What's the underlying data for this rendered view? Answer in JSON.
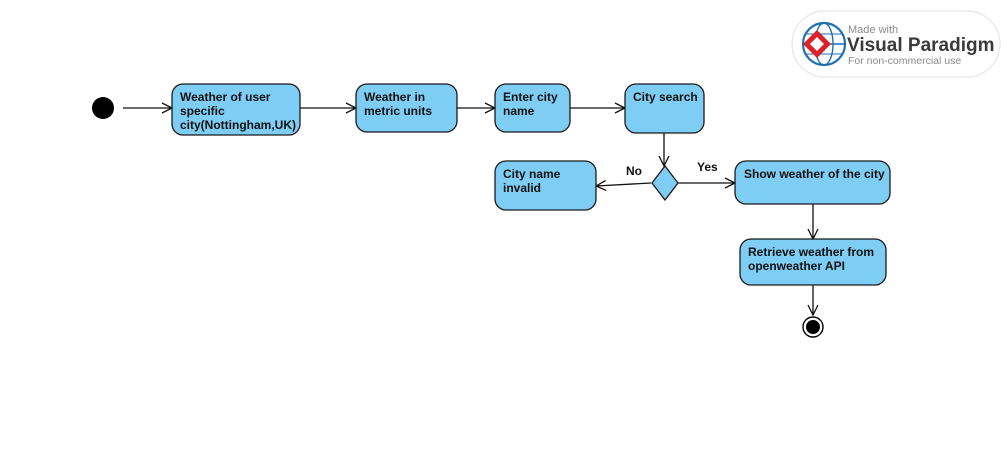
{
  "badge": {
    "made_with": "Made with",
    "brand": "Visual Paradigm",
    "license": "For non-commercial use",
    "logo_colors": [
      "#d8232a",
      "#1f6fb2",
      "#ffffff"
    ]
  },
  "colors": {
    "node_fill": "#7ecdf4",
    "stroke": "#1a1a1a"
  },
  "nodes": {
    "user_city": {
      "lines": [
        "Weather of user",
        "specific",
        "city(Nottingham,UK)"
      ]
    },
    "metric_units": {
      "lines": [
        "Weather in",
        "metric units"
      ]
    },
    "enter_city": {
      "lines": [
        "Enter city",
        "name"
      ]
    },
    "city_search": {
      "lines": [
        "City search"
      ]
    },
    "invalid": {
      "lines": [
        "City name",
        "invalid"
      ]
    },
    "show_weather": {
      "lines": [
        "Show weather of the city"
      ]
    },
    "retrieve": {
      "lines": [
        "Retrieve weather from",
        "openweather API"
      ]
    }
  },
  "guards": {
    "no": "No",
    "yes": "Yes"
  }
}
